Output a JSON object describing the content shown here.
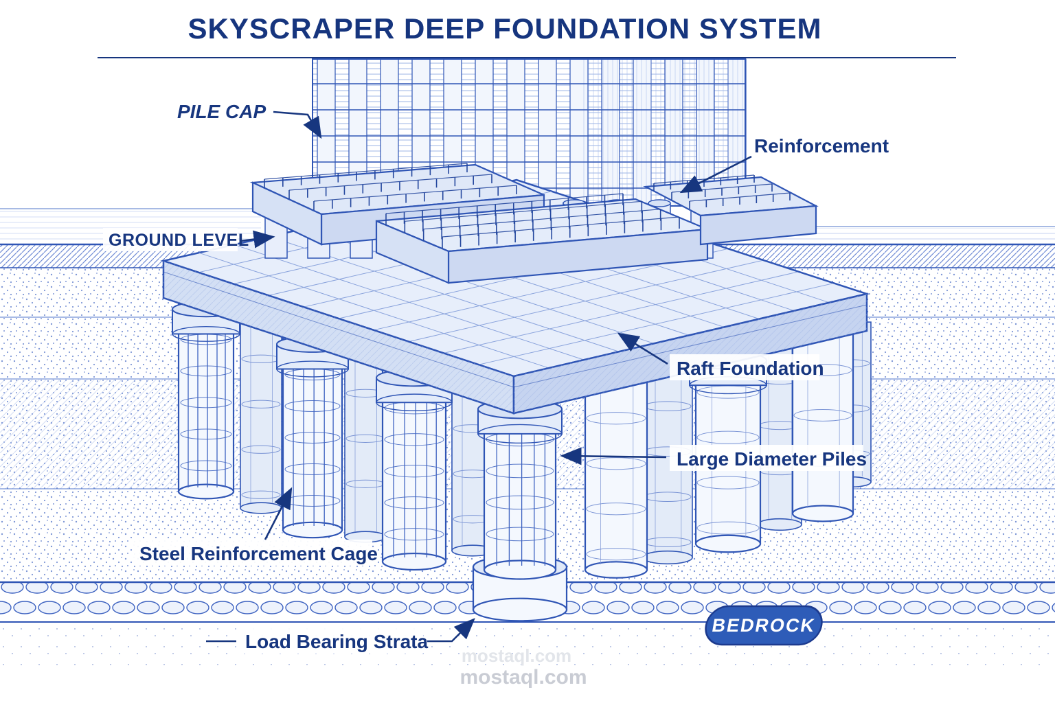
{
  "title": "SKYSCRAPER DEEP FOUNDATION SYSTEM",
  "labels": {
    "pile_cap": "PILE CAP",
    "reinforcement": "Reinforcement",
    "ground_level": "GROUND LEVEL",
    "raft_foundation": "Raft Foundation",
    "large_diameter_piles": "Large Diameter Piles",
    "steel_reinforcement_cage": "Steel Reinforcement Cage",
    "load_bearing_strata": "Load Bearing Strata",
    "bedrock": "BEDROCK"
  },
  "watermark": {
    "text": "mostaql.com"
  },
  "colors": {
    "line_blue": "#2f55b5",
    "dark_navy": "#17367f",
    "fill_light": "#e7eefb",
    "badge_blue": "#2e5cb8",
    "watermark_gray": "#c9ccd4"
  }
}
